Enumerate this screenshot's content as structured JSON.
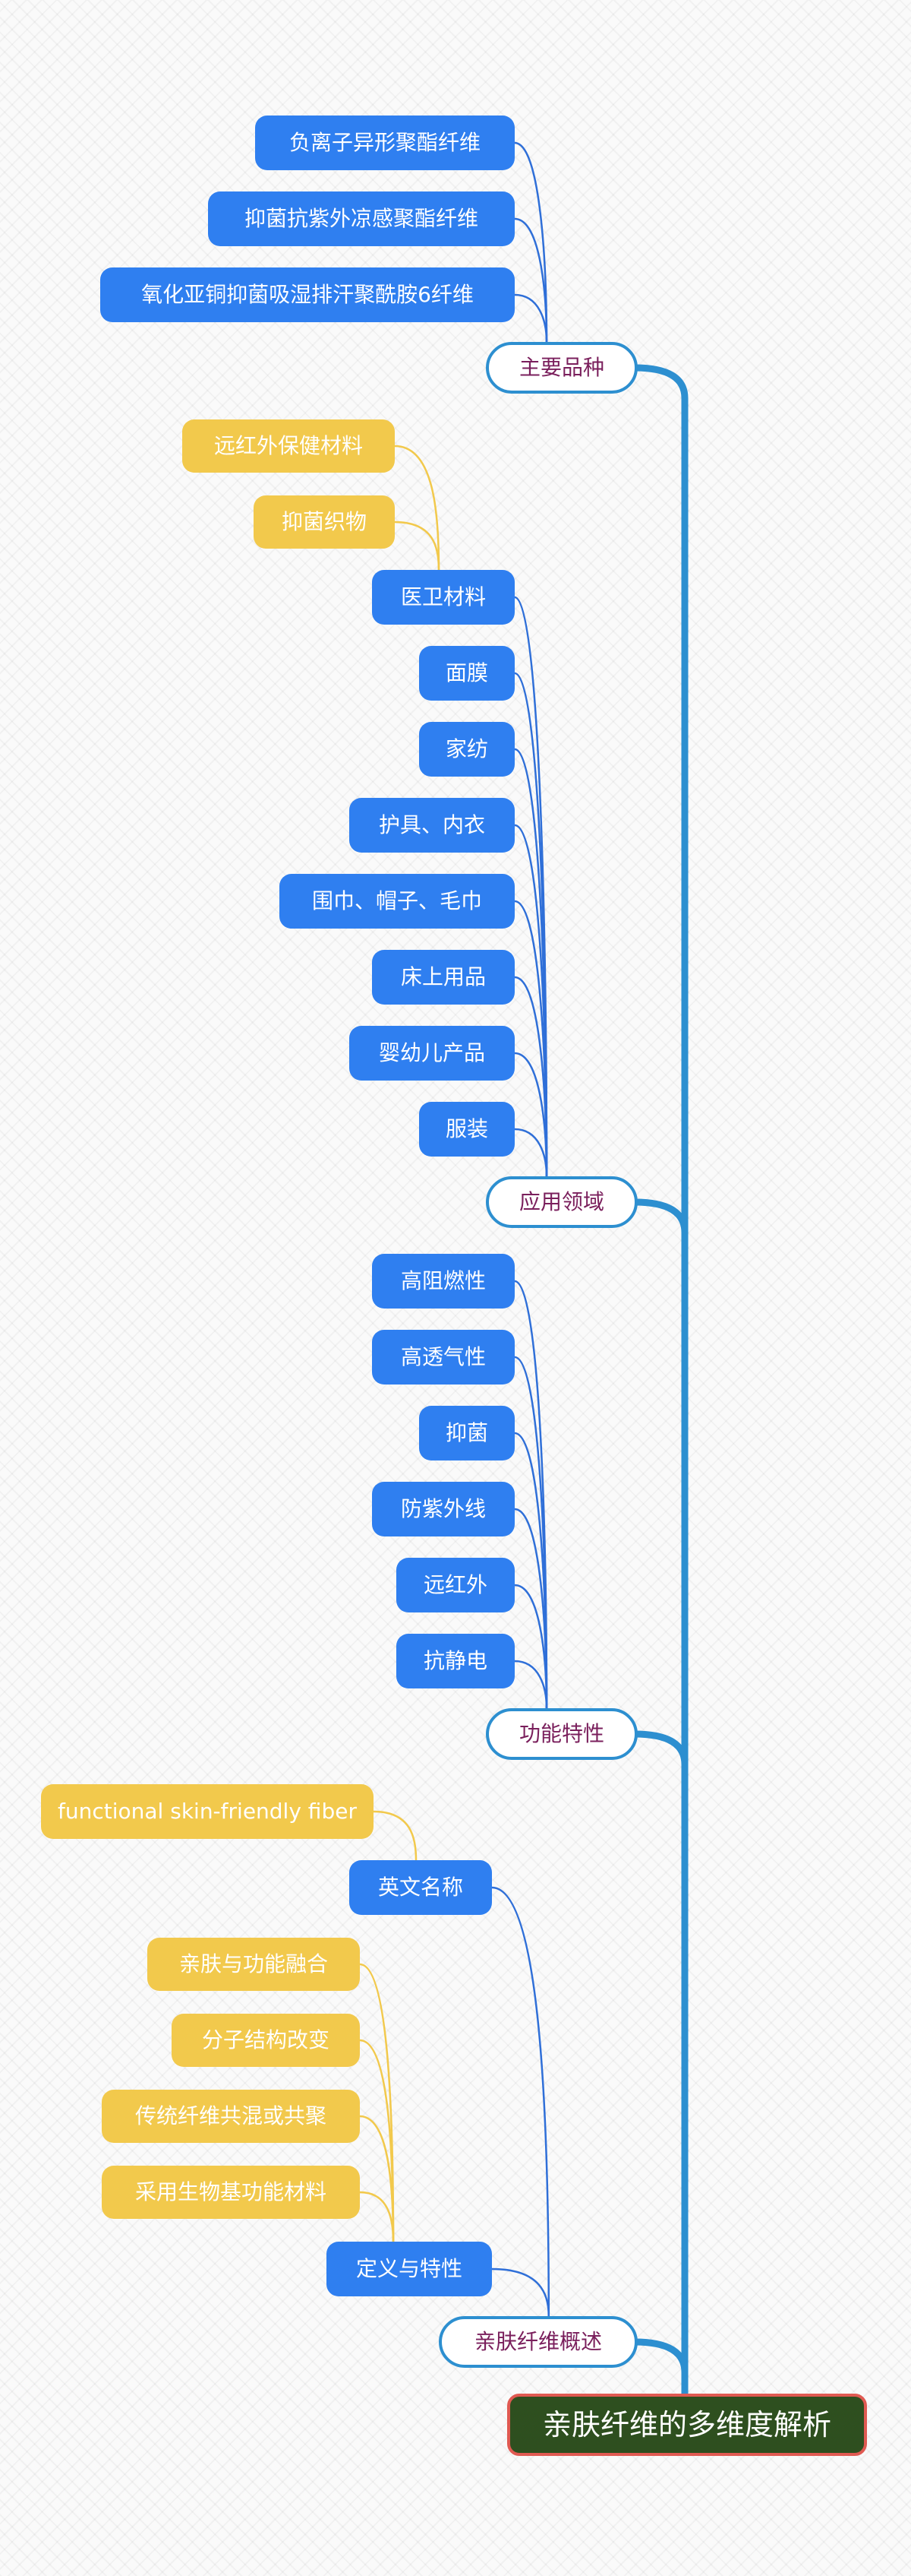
{
  "diagram": {
    "root": "亲肤纤维的多维度解析",
    "nodes": [
      {
        "id": "r",
        "label": "亲肤纤维的多维度解析",
        "kind": "root"
      },
      {
        "id": "b1",
        "label": "主要品种",
        "kind": "branch",
        "parent": "r"
      },
      {
        "id": "b1a",
        "label": "负离子异形聚酯纤维",
        "kind": "blue",
        "parent": "b1"
      },
      {
        "id": "b1b",
        "label": "抑菌抗紫外凉感聚酯纤维",
        "kind": "blue",
        "parent": "b1"
      },
      {
        "id": "b1c",
        "label": "氧化亚铜抑菌吸湿排汗聚酰胺6纤维",
        "kind": "blue",
        "parent": "b1"
      },
      {
        "id": "b2",
        "label": "应用领域",
        "kind": "branch",
        "parent": "r"
      },
      {
        "id": "b2a",
        "label": "医卫材料",
        "kind": "blue",
        "parent": "b2"
      },
      {
        "id": "b2a1",
        "label": "远红外保健材料",
        "kind": "yellow",
        "parent": "b2a"
      },
      {
        "id": "b2a2",
        "label": "抑菌织物",
        "kind": "yellow",
        "parent": "b2a"
      },
      {
        "id": "b2b",
        "label": "面膜",
        "kind": "blue",
        "parent": "b2"
      },
      {
        "id": "b2c",
        "label": "家纺",
        "kind": "blue",
        "parent": "b2"
      },
      {
        "id": "b2d",
        "label": "护具、内衣",
        "kind": "blue",
        "parent": "b2"
      },
      {
        "id": "b2e",
        "label": "围巾、帽子、毛巾",
        "kind": "blue",
        "parent": "b2"
      },
      {
        "id": "b2f",
        "label": "床上用品",
        "kind": "blue",
        "parent": "b2"
      },
      {
        "id": "b2g",
        "label": "婴幼儿产品",
        "kind": "blue",
        "parent": "b2"
      },
      {
        "id": "b2h",
        "label": "服装",
        "kind": "blue",
        "parent": "b2"
      },
      {
        "id": "b3",
        "label": "功能特性",
        "kind": "branch",
        "parent": "r"
      },
      {
        "id": "b3a",
        "label": "高阻燃性",
        "kind": "blue",
        "parent": "b3"
      },
      {
        "id": "b3b",
        "label": "高透气性",
        "kind": "blue",
        "parent": "b3"
      },
      {
        "id": "b3c",
        "label": "抑菌",
        "kind": "blue",
        "parent": "b3"
      },
      {
        "id": "b3d",
        "label": "防紫外线",
        "kind": "blue",
        "parent": "b3"
      },
      {
        "id": "b3e",
        "label": "远红外",
        "kind": "blue",
        "parent": "b3"
      },
      {
        "id": "b3f",
        "label": "抗静电",
        "kind": "blue",
        "parent": "b3"
      },
      {
        "id": "b4",
        "label": "亲肤纤维概述",
        "kind": "branch",
        "parent": "r"
      },
      {
        "id": "b4a",
        "label": "英文名称",
        "kind": "blue",
        "parent": "b4"
      },
      {
        "id": "b4a1",
        "label": "functional skin-friendly fiber",
        "kind": "yellow",
        "parent": "b4a"
      },
      {
        "id": "b4b",
        "label": "定义与特性",
        "kind": "blue",
        "parent": "b4"
      },
      {
        "id": "b4b1",
        "label": "亲肤与功能融合",
        "kind": "yellow",
        "parent": "b4b"
      },
      {
        "id": "b4b2",
        "label": "分子结构改变",
        "kind": "yellow",
        "parent": "b4b"
      },
      {
        "id": "b4b3",
        "label": "传统纤维共混或共聚",
        "kind": "yellow",
        "parent": "b4b"
      },
      {
        "id": "b4b4",
        "label": "采用生物基功能材料",
        "kind": "yellow",
        "parent": "b4b"
      }
    ]
  },
  "colors": {
    "root_fill": "#2e4f1f",
    "root_border": "#e05a52",
    "branch_border": "#2d8fd0",
    "branch_text": "#7a1f5c",
    "blue": "#2f7ff0",
    "yellow": "#f2c94c",
    "trunk_link": "#2d8fd0",
    "blue_link": "#2f6fd8",
    "yellow_link": "#f2c94c"
  }
}
